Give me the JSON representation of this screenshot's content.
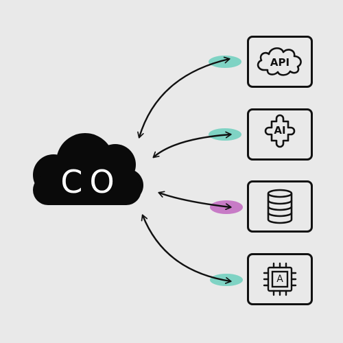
{
  "colors": {
    "background": "#e9e9e9",
    "ink": "#111111",
    "teal_accent": "#7fd3c4",
    "magenta_accent": "#c77bc6"
  },
  "hub": {
    "label": "CO",
    "icon": "cloud-icon"
  },
  "nodes": [
    {
      "id": "api",
      "icon": "api-cloud-icon",
      "label": "API",
      "accent": "teal"
    },
    {
      "id": "ai",
      "icon": "ai-puzzle-icon",
      "label": "AI",
      "accent": "teal"
    },
    {
      "id": "database",
      "icon": "database-icon",
      "label": "",
      "accent": "magenta"
    },
    {
      "id": "chip",
      "icon": "processor-chip-icon",
      "label": "A",
      "accent": "teal"
    }
  ],
  "connections": [
    {
      "from": "hub",
      "to": "api",
      "direction": "bidirectional"
    },
    {
      "from": "hub",
      "to": "ai",
      "direction": "bidirectional"
    },
    {
      "from": "hub",
      "to": "database",
      "direction": "bidirectional"
    },
    {
      "from": "hub",
      "to": "chip",
      "direction": "bidirectional"
    }
  ]
}
